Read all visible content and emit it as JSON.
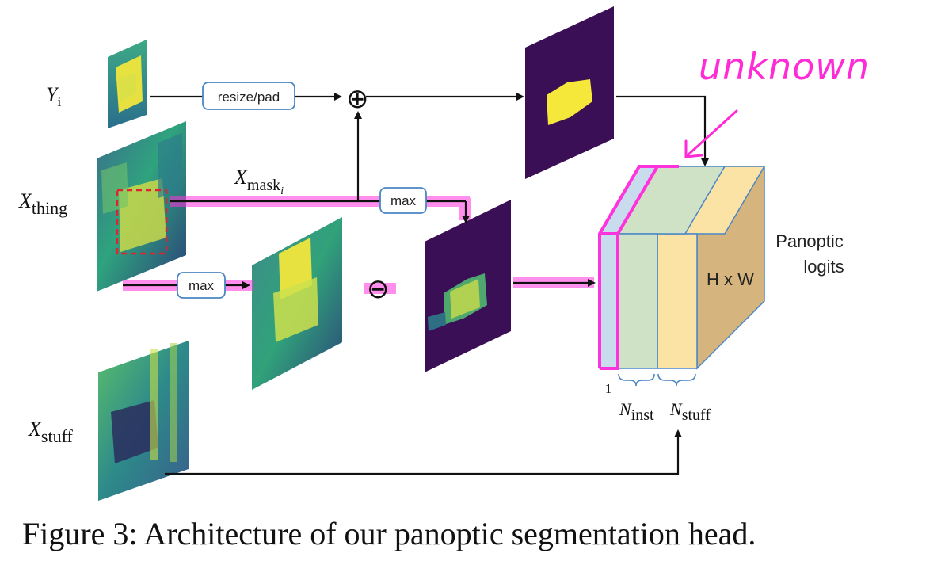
{
  "labels": {
    "y_i": "Y",
    "y_i_sub": "i",
    "x_thing": "X",
    "x_thing_sub": "thing",
    "x_stuff": "X",
    "x_stuff_sub": "stuff",
    "x_mask": "X",
    "x_mask_sub": "mask",
    "x_mask_subsub": "i",
    "resize_pad": "resize/pad",
    "max_top": "max",
    "max_bottom": "max",
    "plus_symbol": "⊕",
    "minus_symbol": "⊖",
    "tensor_dims": "H x W",
    "panoptic_line1": "Panoptic",
    "panoptic_line2": "logits",
    "channel_1": "1",
    "n_inst": "N",
    "n_inst_sub": "inst",
    "n_stuff": "N",
    "n_stuff_sub": "stuff",
    "annotation": "unknown"
  },
  "caption": "Figure 3: Architecture of our panoptic segmentation head.",
  "colors": {
    "highlight": "#ff33dd",
    "annotation": "#ff2bd6",
    "blue_slice": "#c9dcee",
    "green_slice": "#cfe2c6",
    "yellow_slice": "#fbe3a6",
    "tan_side": "#d5b47e",
    "map_dark": "#3b0f56",
    "map_yellow": "#f5e83a"
  }
}
